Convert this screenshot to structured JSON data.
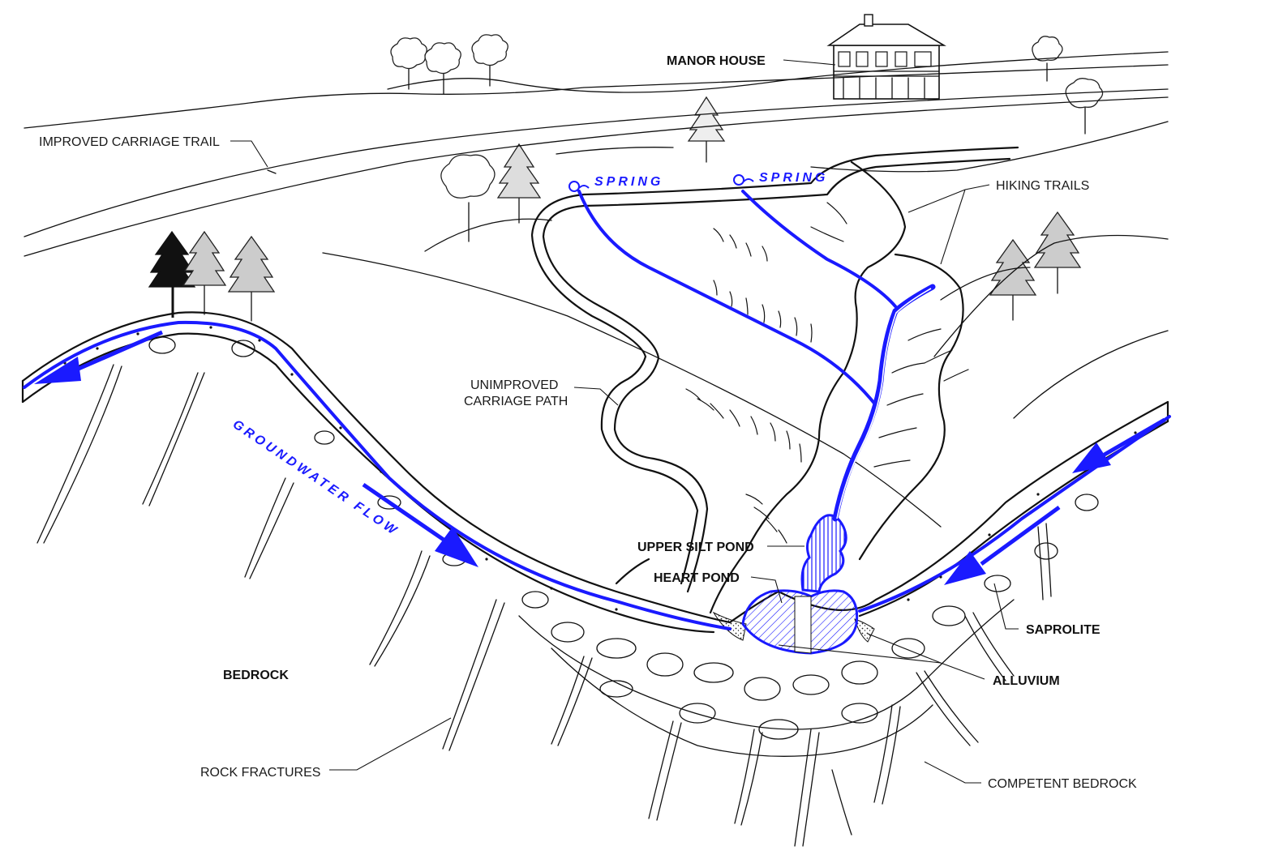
{
  "labels": {
    "manor_house": "MANOR HOUSE",
    "improved_carriage_trail": "IMPROVED CARRIAGE TRAIL",
    "hiking_trails": "HIKING TRAILS",
    "spring_1": "SPRING",
    "spring_2": "SPRING",
    "unimproved_line1": "UNIMPROVED",
    "unimproved_line2": "CARRIAGE PATH",
    "groundwater_flow": "GROUNDWATER FLOW",
    "upper_silt_pond": "UPPER SILT POND",
    "heart_pond": "HEART POND",
    "saprolite": "SAPROLITE",
    "alluvium": "ALLUVIUM",
    "bedrock": "BEDROCK",
    "rock_fractures": "ROCK FRACTURES",
    "competent_bedrock": "COMPETENT BEDROCK"
  },
  "colors": {
    "water": "#1a1aff",
    "ink": "#111111",
    "background": "#ffffff"
  }
}
